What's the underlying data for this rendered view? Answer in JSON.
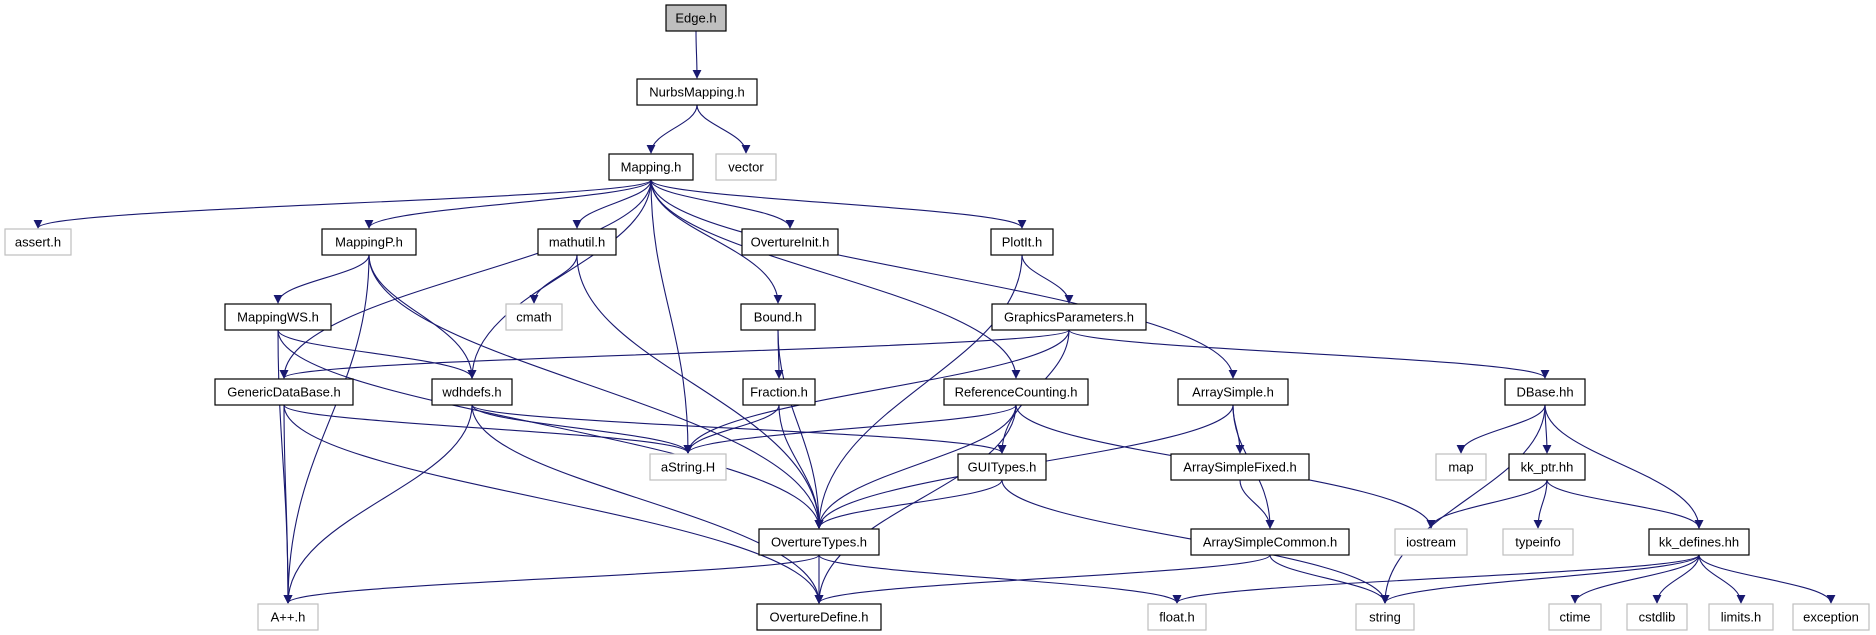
{
  "graph": {
    "colors": {
      "edge": "#191970",
      "project_border": "#000000",
      "system_border": "#bfbfbf",
      "root_fill": "#bfbfbf",
      "text": "#000000"
    },
    "root": "Edge.h",
    "nodes": [
      {
        "id": "edge",
        "label": "Edge.h",
        "kind": "root"
      },
      {
        "id": "nurbs",
        "label": "NurbsMapping.h",
        "kind": "project"
      },
      {
        "id": "mapping",
        "label": "Mapping.h",
        "kind": "project"
      },
      {
        "id": "vector",
        "label": "vector",
        "kind": "system"
      },
      {
        "id": "assert",
        "label": "assert.h",
        "kind": "system"
      },
      {
        "id": "mappingp",
        "label": "MappingP.h",
        "kind": "project"
      },
      {
        "id": "mathutil",
        "label": "mathutil.h",
        "kind": "project"
      },
      {
        "id": "overtureinit",
        "label": "OvertureInit.h",
        "kind": "project"
      },
      {
        "id": "plotit",
        "label": "PlotIt.h",
        "kind": "project"
      },
      {
        "id": "cmath",
        "label": "cmath",
        "kind": "system"
      },
      {
        "id": "mappingws",
        "label": "MappingWS.h",
        "kind": "project"
      },
      {
        "id": "bound",
        "label": "Bound.h",
        "kind": "project"
      },
      {
        "id": "graphicsparams",
        "label": "GraphicsParameters.h",
        "kind": "project"
      },
      {
        "id": "genericdb",
        "label": "GenericDataBase.h",
        "kind": "project"
      },
      {
        "id": "wdhdefs",
        "label": "wdhdefs.h",
        "kind": "project"
      },
      {
        "id": "fraction",
        "label": "Fraction.h",
        "kind": "project"
      },
      {
        "id": "refcount",
        "label": "ReferenceCounting.h",
        "kind": "project"
      },
      {
        "id": "arraysimple",
        "label": "ArraySimple.h",
        "kind": "project"
      },
      {
        "id": "dbase",
        "label": "DBase.hh",
        "kind": "project"
      },
      {
        "id": "astring",
        "label": "aString.H",
        "kind": "system"
      },
      {
        "id": "guitypes",
        "label": "GUITypes.h",
        "kind": "project"
      },
      {
        "id": "arraysimplefixed",
        "label": "ArraySimpleFixed.h",
        "kind": "project"
      },
      {
        "id": "map",
        "label": "map",
        "kind": "system"
      },
      {
        "id": "kkptr",
        "label": "kk_ptr.hh",
        "kind": "project"
      },
      {
        "id": "overturetypes",
        "label": "OvertureTypes.h",
        "kind": "project"
      },
      {
        "id": "arraysimplecommon",
        "label": "ArraySimpleCommon.h",
        "kind": "project"
      },
      {
        "id": "iostream",
        "label": "iostream",
        "kind": "system"
      },
      {
        "id": "typeinfo",
        "label": "typeinfo",
        "kind": "system"
      },
      {
        "id": "kkdefines",
        "label": "kk_defines.hh",
        "kind": "project"
      },
      {
        "id": "app",
        "label": "A++.h",
        "kind": "system"
      },
      {
        "id": "overturedefine",
        "label": "OvertureDefine.h",
        "kind": "project"
      },
      {
        "id": "floath",
        "label": "float.h",
        "kind": "system"
      },
      {
        "id": "string",
        "label": "string",
        "kind": "system"
      },
      {
        "id": "ctime",
        "label": "ctime",
        "kind": "system"
      },
      {
        "id": "cstdlib",
        "label": "cstdlib",
        "kind": "system"
      },
      {
        "id": "limits",
        "label": "limits.h",
        "kind": "system"
      },
      {
        "id": "exception",
        "label": "exception",
        "kind": "system"
      }
    ],
    "edges": [
      [
        "edge",
        "nurbs"
      ],
      [
        "nurbs",
        "mapping"
      ],
      [
        "nurbs",
        "vector"
      ],
      [
        "mapping",
        "assert"
      ],
      [
        "mapping",
        "mappingp"
      ],
      [
        "mapping",
        "mathutil"
      ],
      [
        "mapping",
        "overtureinit"
      ],
      [
        "mapping",
        "plotit"
      ],
      [
        "mapping",
        "genericdb"
      ],
      [
        "mapping",
        "wdhdefs"
      ],
      [
        "mapping",
        "astring"
      ],
      [
        "mapping",
        "bound"
      ],
      [
        "mapping",
        "refcount"
      ],
      [
        "mapping",
        "arraysimple"
      ],
      [
        "mappingp",
        "mappingws"
      ],
      [
        "mappingp",
        "wdhdefs"
      ],
      [
        "mappingp",
        "app"
      ],
      [
        "mappingp",
        "overturetypes"
      ],
      [
        "mathutil",
        "cmath"
      ],
      [
        "mathutil",
        "overturetypes"
      ],
      [
        "plotit",
        "graphicsparams"
      ],
      [
        "plotit",
        "overturetypes"
      ],
      [
        "mappingws",
        "wdhdefs"
      ],
      [
        "mappingws",
        "app"
      ],
      [
        "mappingws",
        "overturetypes"
      ],
      [
        "bound",
        "fraction"
      ],
      [
        "bound",
        "overturetypes"
      ],
      [
        "graphicsparams",
        "genericdb"
      ],
      [
        "graphicsparams",
        "astring"
      ],
      [
        "graphicsparams",
        "guitypes"
      ],
      [
        "graphicsparams",
        "dbase"
      ],
      [
        "genericdb",
        "app"
      ],
      [
        "genericdb",
        "astring"
      ],
      [
        "genericdb",
        "overturedefine"
      ],
      [
        "wdhdefs",
        "astring"
      ],
      [
        "wdhdefs",
        "guitypes"
      ],
      [
        "wdhdefs",
        "app"
      ],
      [
        "wdhdefs",
        "overturedefine"
      ],
      [
        "fraction",
        "astring"
      ],
      [
        "fraction",
        "overturetypes"
      ],
      [
        "refcount",
        "astring"
      ],
      [
        "refcount",
        "overturetypes"
      ],
      [
        "refcount",
        "overturedefine"
      ],
      [
        "refcount",
        "iostream"
      ],
      [
        "arraysimple",
        "arraysimplefixed"
      ],
      [
        "arraysimple",
        "arraysimplecommon"
      ],
      [
        "arraysimple",
        "overturetypes"
      ],
      [
        "guitypes",
        "overturetypes"
      ],
      [
        "guitypes",
        "string"
      ],
      [
        "arraysimplefixed",
        "arraysimplecommon"
      ],
      [
        "arraysimplecommon",
        "overturedefine"
      ],
      [
        "arraysimplecommon",
        "string"
      ],
      [
        "dbase",
        "map"
      ],
      [
        "dbase",
        "kkptr"
      ],
      [
        "dbase",
        "kkdefines"
      ],
      [
        "dbase",
        "string"
      ],
      [
        "kkptr",
        "iostream"
      ],
      [
        "kkptr",
        "typeinfo"
      ],
      [
        "kkptr",
        "kkdefines"
      ],
      [
        "overturetypes",
        "app"
      ],
      [
        "overturetypes",
        "overturedefine"
      ],
      [
        "overturetypes",
        "floath"
      ],
      [
        "kkdefines",
        "floath"
      ],
      [
        "kkdefines",
        "string"
      ],
      [
        "kkdefines",
        "ctime"
      ],
      [
        "kkdefines",
        "cstdlib"
      ],
      [
        "kkdefines",
        "limits"
      ],
      [
        "kkdefines",
        "exception"
      ]
    ]
  }
}
